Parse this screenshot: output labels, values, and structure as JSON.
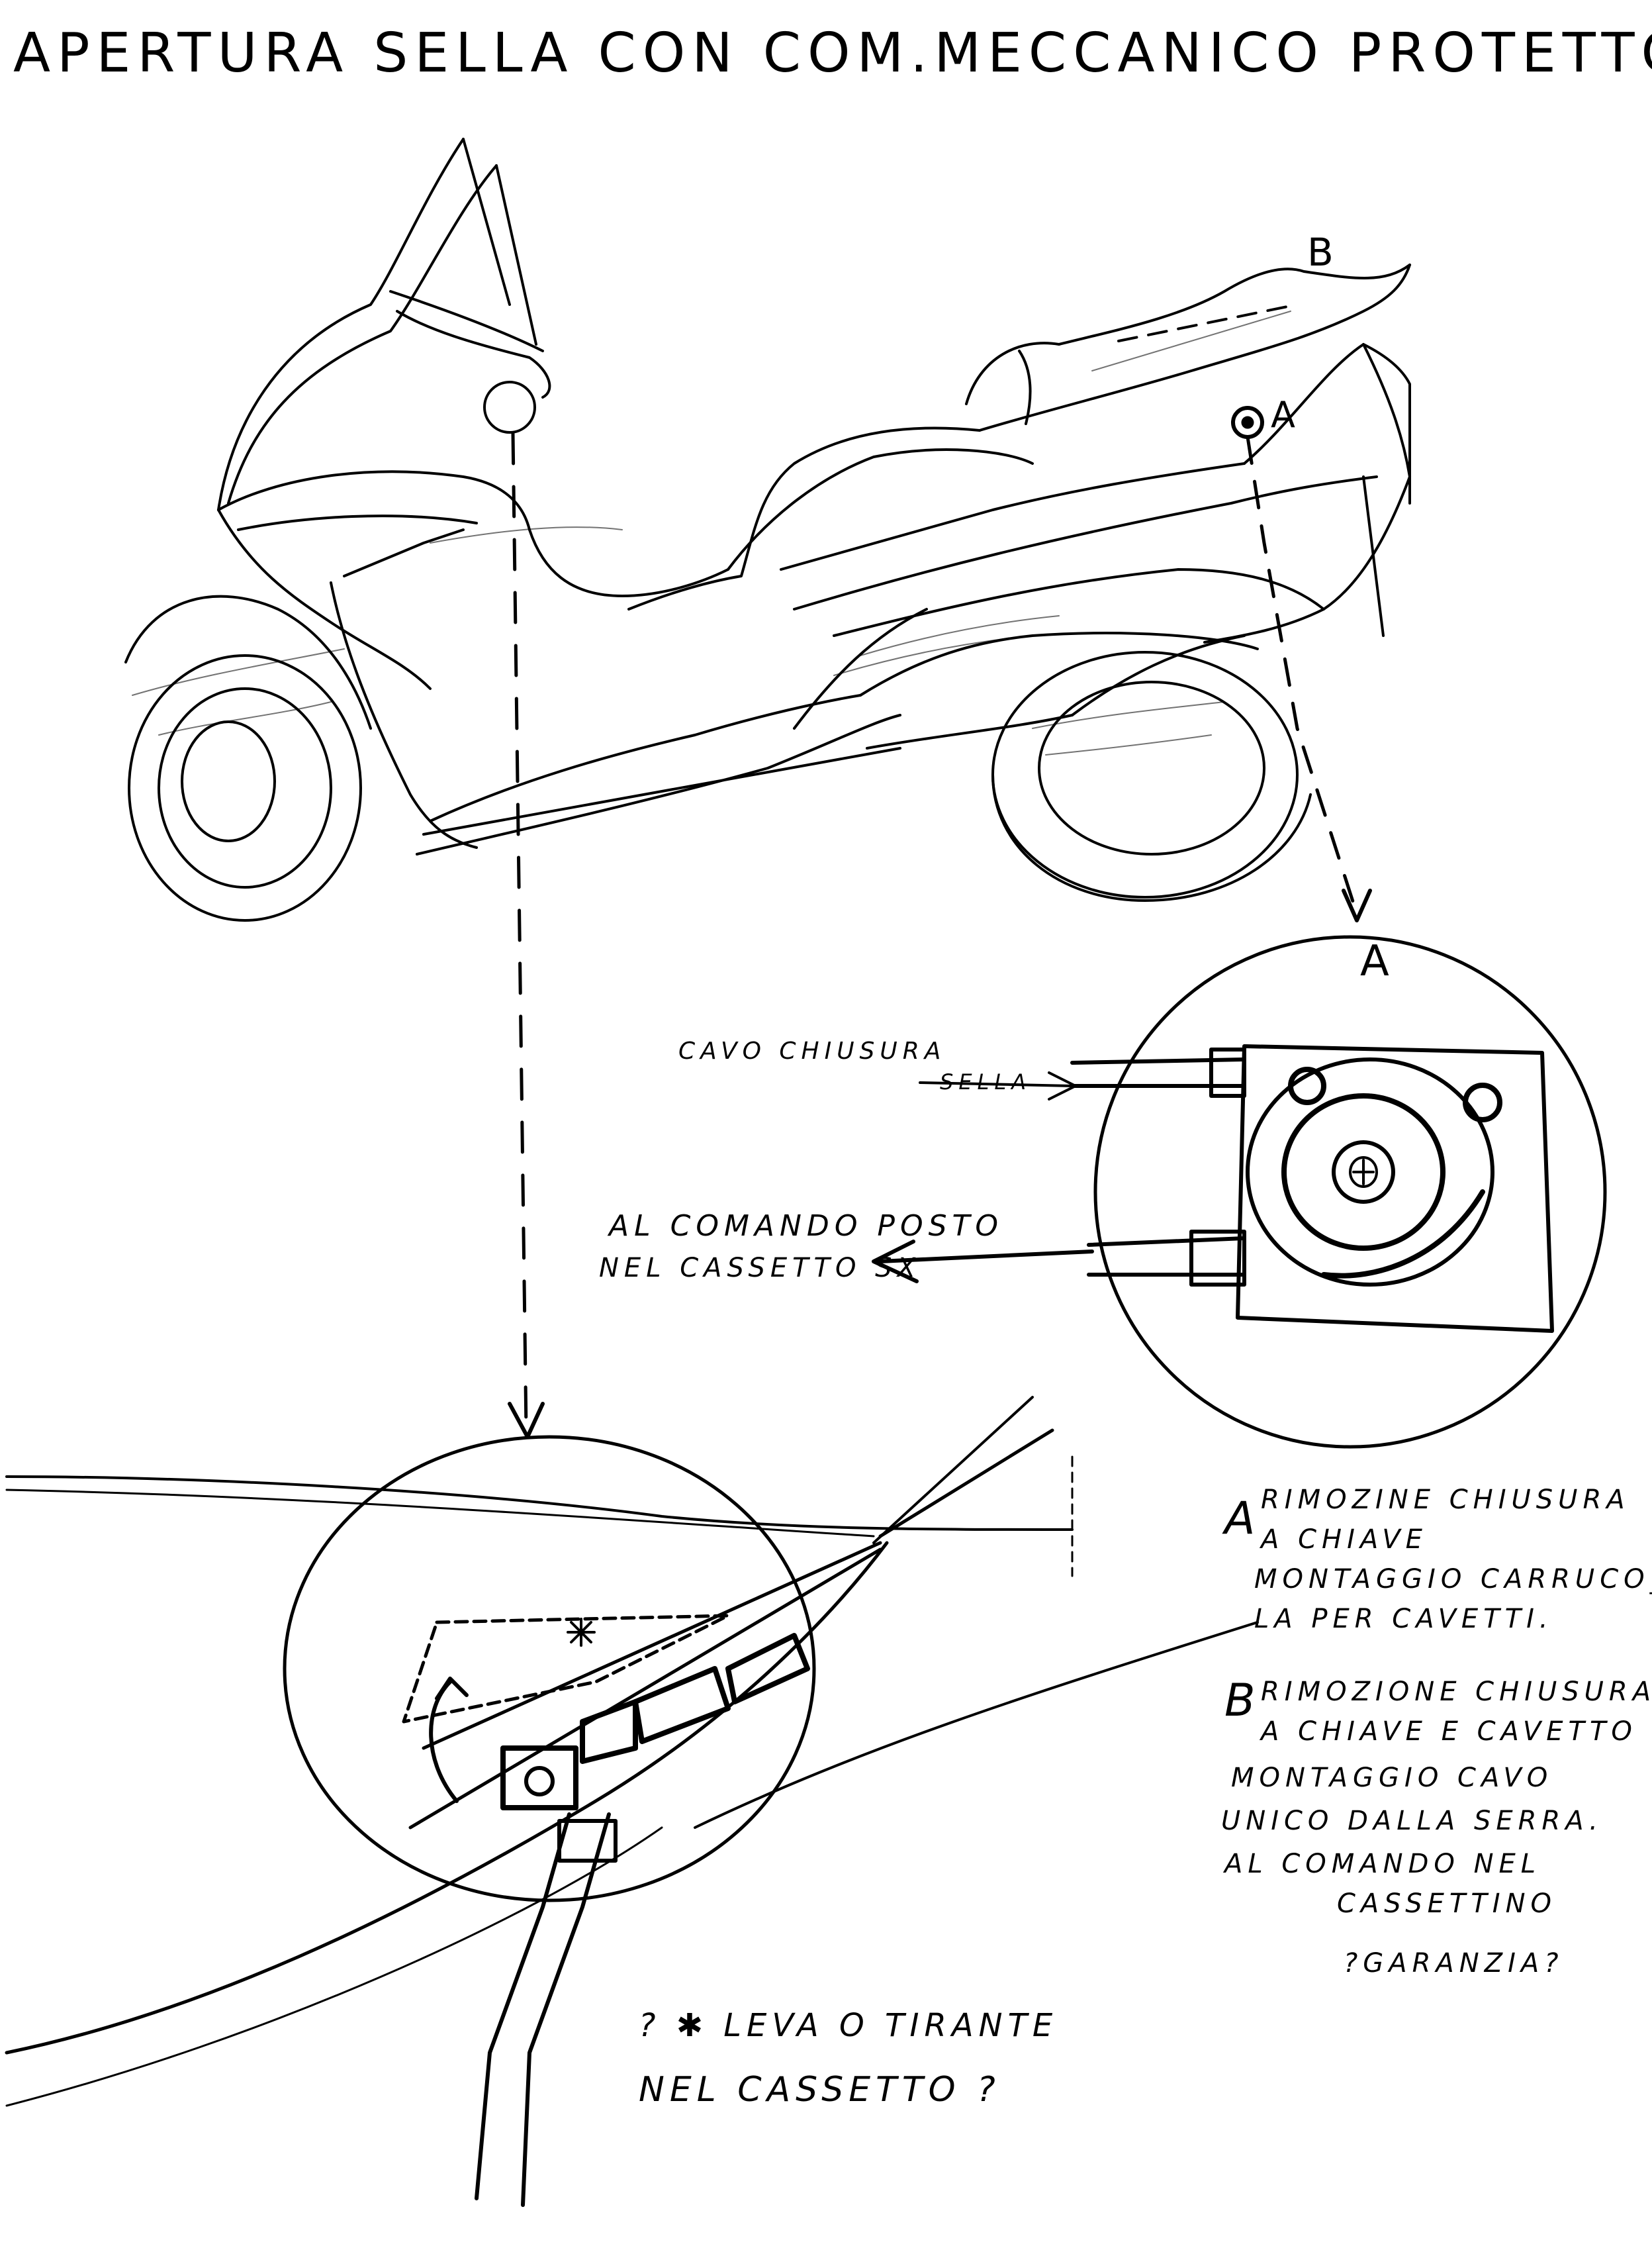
{
  "title": "APERTURA SELLA CON COM.MECCANICO PROTETTO",
  "bike_labels": {
    "b": "B",
    "a": "A"
  },
  "detail_a": {
    "label": "A",
    "cable_seal_line1": "CAVO CHIUSURA",
    "cable_seal_line2": "SELLA",
    "to_command_line1": "AL COMANDO POSTO",
    "to_command_line2": "NEL CASSETTO SX"
  },
  "notes": {
    "a_letter": "A",
    "a_lines": [
      "RIMOZINE CHIUSURA",
      "A CHIAVE",
      "MONTAGGIO CARRUCO_",
      "LA PER CAVETTI."
    ],
    "b_letter": "B",
    "b_lines": [
      "RIMOZIONE CHIUSURA",
      "A CHIAVE E CAVETTO",
      "MONTAGGIO CAVO",
      "UNICO DALLA SERRA.",
      "AL COMANDO NEL",
      "CASSETTINO",
      "?GARANZIA?"
    ]
  },
  "lever_note": {
    "line1": "? ✱ LEVA O TIRANTE",
    "line2": "NEL CASSETTO ?"
  }
}
